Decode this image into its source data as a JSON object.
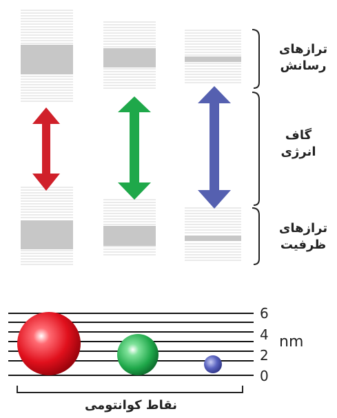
{
  "labels": {
    "conduction_line1": "ترازهای",
    "conduction_line2": "رسانش",
    "gap_line1": "گاف",
    "gap_line2": "انرژی",
    "valence_line1": "ترازهای",
    "valence_line2": "ظرفیت",
    "quantum_dots": "نقاط کوانتومی"
  },
  "scale": {
    "ticks": [
      "6",
      "4",
      "2",
      "0"
    ],
    "unit": "nm"
  },
  "colors": {
    "red": "#d0202a",
    "green": "#1fa84a",
    "blue": "#5560b0",
    "band_light": "#e3e3e3",
    "band_dark": "#c7c7c7"
  },
  "icons": {
    "arrows": [
      "red-double-arrow-icon",
      "green-double-arrow-icon",
      "blue-double-arrow-icon"
    ],
    "dots": [
      "red-sphere-icon",
      "green-sphere-icon",
      "blue-sphere-icon"
    ]
  }
}
